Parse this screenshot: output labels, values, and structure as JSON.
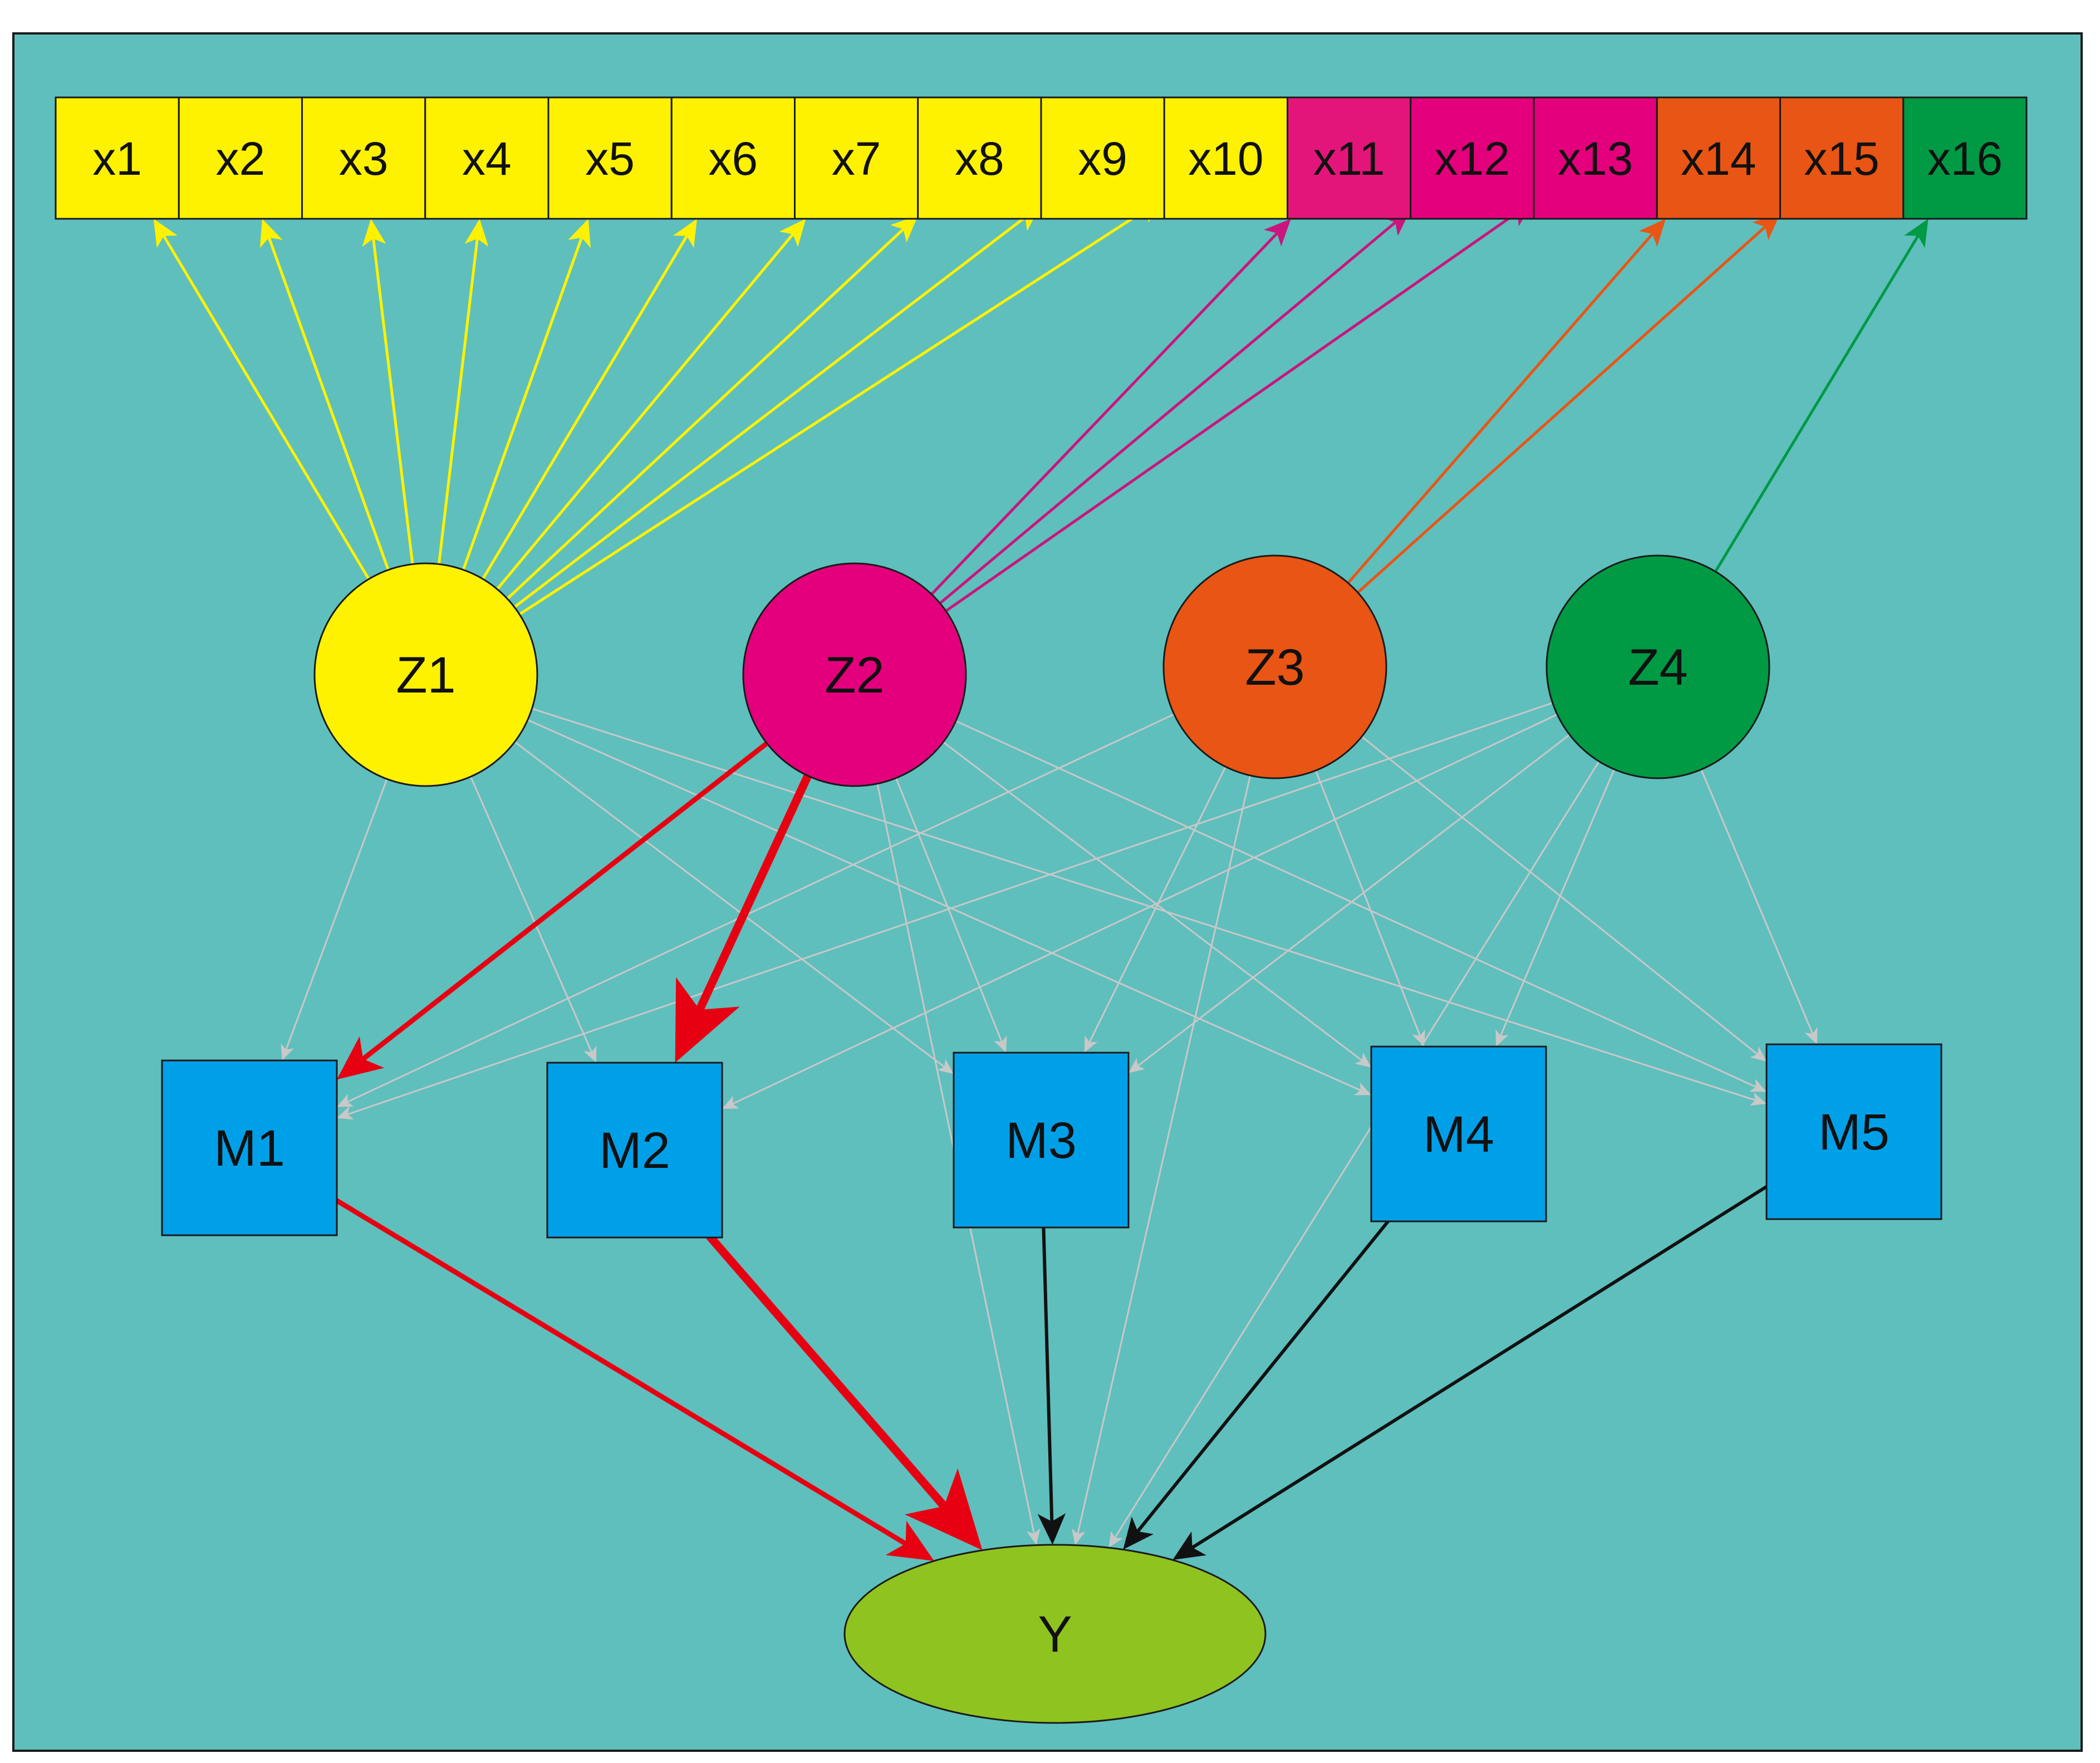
{
  "diagram": {
    "background_color": "#5fbfbd",
    "observed_vars": [
      {
        "id": "x1",
        "label": "x1",
        "color": "#fff200"
      },
      {
        "id": "x2",
        "label": "x2",
        "color": "#fff200"
      },
      {
        "id": "x3",
        "label": "x3",
        "color": "#fff200"
      },
      {
        "id": "x4",
        "label": "x4",
        "color": "#fff200"
      },
      {
        "id": "x5",
        "label": "x5",
        "color": "#fff200"
      },
      {
        "id": "x6",
        "label": "x6",
        "color": "#fff200"
      },
      {
        "id": "x7",
        "label": "x7",
        "color": "#fff200"
      },
      {
        "id": "x8",
        "label": "x8",
        "color": "#fff200"
      },
      {
        "id": "x9",
        "label": "x9",
        "color": "#fff200"
      },
      {
        "id": "x10",
        "label": "x10",
        "color": "#fff200"
      },
      {
        "id": "x11",
        "label": "x11",
        "color": "#e4157a"
      },
      {
        "id": "x12",
        "label": "x12",
        "color": "#e4007c"
      },
      {
        "id": "x13",
        "label": "x13",
        "color": "#e4007c"
      },
      {
        "id": "x14",
        "label": "x14",
        "color": "#e95514"
      },
      {
        "id": "x15",
        "label": "x15",
        "color": "#e95514"
      },
      {
        "id": "x16",
        "label": "x16",
        "color": "#009944"
      }
    ],
    "latent_vars": [
      {
        "id": "Z1",
        "label": "Z1",
        "color": "#fff200"
      },
      {
        "id": "Z2",
        "label": "Z2",
        "color": "#e4007c"
      },
      {
        "id": "Z3",
        "label": "Z3",
        "color": "#e95514"
      },
      {
        "id": "Z4",
        "label": "Z4",
        "color": "#009944"
      }
    ],
    "mediators": [
      {
        "id": "M1",
        "label": "M1",
        "color": "#00a0e9"
      },
      {
        "id": "M2",
        "label": "M2",
        "color": "#00a0e9"
      },
      {
        "id": "M3",
        "label": "M3",
        "color": "#00a0e9"
      },
      {
        "id": "M4",
        "label": "M4",
        "color": "#00a0e9"
      },
      {
        "id": "M5",
        "label": "M5",
        "color": "#00a0e9"
      }
    ],
    "outcome": {
      "id": "Y",
      "label": "Y",
      "color": "#8fc31f"
    },
    "edges": [
      {
        "from": "Z1",
        "to": "x1",
        "color": "#fff200",
        "weight": "loading"
      },
      {
        "from": "Z1",
        "to": "x2",
        "color": "#fff200",
        "weight": "loading"
      },
      {
        "from": "Z1",
        "to": "x3",
        "color": "#fff200",
        "weight": "loading"
      },
      {
        "from": "Z1",
        "to": "x4",
        "color": "#fff200",
        "weight": "loading"
      },
      {
        "from": "Z1",
        "to": "x5",
        "color": "#fff200",
        "weight": "loading"
      },
      {
        "from": "Z1",
        "to": "x6",
        "color": "#fff200",
        "weight": "loading"
      },
      {
        "from": "Z1",
        "to": "x7",
        "color": "#fff200",
        "weight": "loading"
      },
      {
        "from": "Z1",
        "to": "x8",
        "color": "#fff200",
        "weight": "loading"
      },
      {
        "from": "Z1",
        "to": "x9",
        "color": "#fff200",
        "weight": "loading"
      },
      {
        "from": "Z1",
        "to": "x10",
        "color": "#fff200",
        "weight": "loading"
      },
      {
        "from": "Z2",
        "to": "x11",
        "color": "#c9157e",
        "weight": "loading"
      },
      {
        "from": "Z2",
        "to": "x12",
        "color": "#c9157e",
        "weight": "loading"
      },
      {
        "from": "Z2",
        "to": "x13",
        "color": "#c9157e",
        "weight": "loading"
      },
      {
        "from": "Z3",
        "to": "x14",
        "color": "#e95514",
        "weight": "loading"
      },
      {
        "from": "Z3",
        "to": "x15",
        "color": "#e95514",
        "weight": "loading"
      },
      {
        "from": "Z4",
        "to": "x16",
        "color": "#009944",
        "weight": "loading"
      },
      {
        "from": "Z1",
        "to": "M1",
        "color": "#c8c8c8",
        "weight": "faint"
      },
      {
        "from": "Z1",
        "to": "M2",
        "color": "#c8c8c8",
        "weight": "faint"
      },
      {
        "from": "Z1",
        "to": "M3",
        "color": "#c8c8c8",
        "weight": "faint"
      },
      {
        "from": "Z1",
        "to": "M4",
        "color": "#c8c8c8",
        "weight": "faint"
      },
      {
        "from": "Z1",
        "to": "M5",
        "color": "#c8c8c8",
        "weight": "faint"
      },
      {
        "from": "Z2",
        "to": "M3",
        "color": "#c8c8c8",
        "weight": "faint"
      },
      {
        "from": "Z2",
        "to": "M4",
        "color": "#c8c8c8",
        "weight": "faint"
      },
      {
        "from": "Z2",
        "to": "M5",
        "color": "#c8c8c8",
        "weight": "faint"
      },
      {
        "from": "Z2",
        "to": "Y",
        "color": "#c8c8c8",
        "weight": "faint"
      },
      {
        "from": "Z3",
        "to": "M1",
        "color": "#c8c8c8",
        "weight": "faint"
      },
      {
        "from": "Z3",
        "to": "M3",
        "color": "#c8c8c8",
        "weight": "faint"
      },
      {
        "from": "Z3",
        "to": "M4",
        "color": "#c8c8c8",
        "weight": "faint"
      },
      {
        "from": "Z3",
        "to": "M5",
        "color": "#c8c8c8",
        "weight": "faint"
      },
      {
        "from": "Z3",
        "to": "Y",
        "color": "#c8c8c8",
        "weight": "faint"
      },
      {
        "from": "Z4",
        "to": "M1",
        "color": "#c8c8c8",
        "weight": "faint"
      },
      {
        "from": "Z4",
        "to": "M2",
        "color": "#c8c8c8",
        "weight": "faint"
      },
      {
        "from": "Z4",
        "to": "M3",
        "color": "#c8c8c8",
        "weight": "faint"
      },
      {
        "from": "Z4",
        "to": "M4",
        "color": "#c8c8c8",
        "weight": "faint"
      },
      {
        "from": "Z4",
        "to": "M5",
        "color": "#c8c8c8",
        "weight": "faint"
      },
      {
        "from": "Z4",
        "to": "Y",
        "color": "#c8c8c8",
        "weight": "faint"
      },
      {
        "from": "M2",
        "to": "Y",
        "color": "#c8c8c8",
        "weight": "faint"
      },
      {
        "from": "M4",
        "to": "Y",
        "color": "#c8c8c8",
        "weight": "faint"
      },
      {
        "from": "Z2",
        "to": "M1",
        "color": "#e60012",
        "weight": "medium"
      },
      {
        "from": "Z2",
        "to": "M2",
        "color": "#e60012",
        "weight": "strong"
      },
      {
        "from": "M1",
        "to": "Y",
        "color": "#e60012",
        "weight": "medium"
      },
      {
        "from": "M2",
        "to": "Y",
        "color": "#e60012",
        "weight": "strong"
      },
      {
        "from": "M3",
        "to": "Y",
        "color": "#111111",
        "weight": "normal"
      },
      {
        "from": "M4",
        "to": "Y",
        "color": "#111111",
        "weight": "normal"
      },
      {
        "from": "M5",
        "to": "Y",
        "color": "#111111",
        "weight": "normal"
      }
    ]
  }
}
